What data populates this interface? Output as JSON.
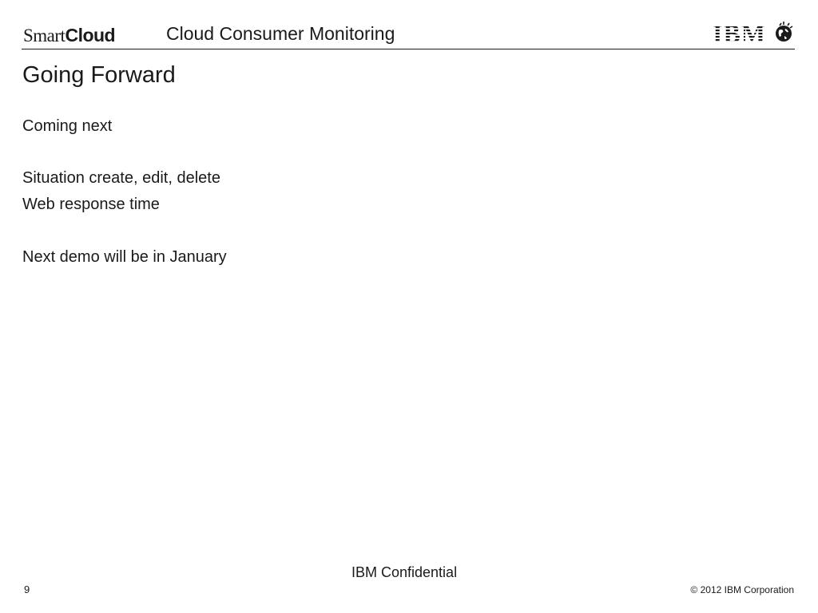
{
  "header": {
    "logo_smart": "Smart",
    "logo_cloud": "Cloud",
    "title": "Cloud Consumer Monitoring",
    "ibm_logo_text": "IBM"
  },
  "slide": {
    "title": "Going Forward",
    "lines": [
      "Coming next",
      "Situation create, edit, delete",
      "Web response time",
      "Next demo will be in January"
    ]
  },
  "footer": {
    "confidential": "IBM Confidential",
    "page_number": "9",
    "copyright": "© 2012 IBM Corporation"
  }
}
